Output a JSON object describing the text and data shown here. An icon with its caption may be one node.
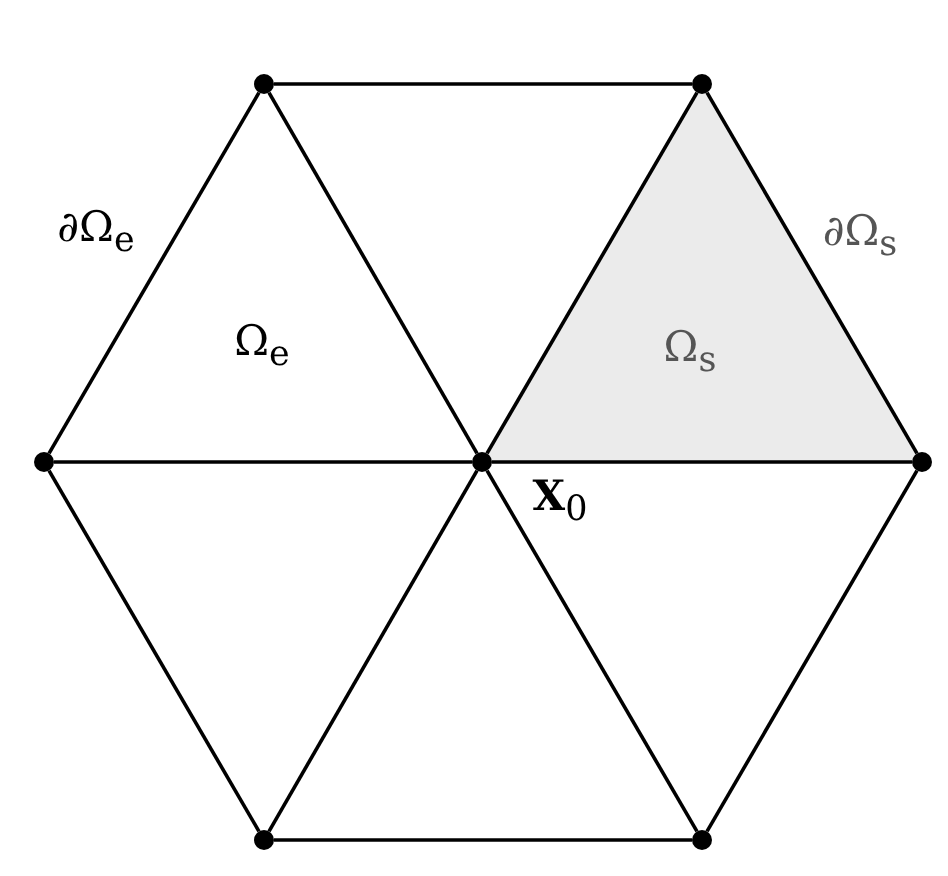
{
  "diagram": {
    "nodes": [
      {
        "text": [],
        "shape": "circle"
      },
      {
        "text": [],
        "shape": "circle"
      },
      {
        "text": [],
        "shape": "circle"
      },
      {
        "text": [],
        "shape": "circle",
        "beside": [
          "**X**$_{0}$"
        ]
      },
      {
        "text": [],
        "shape": "circle"
      },
      {
        "text": [],
        "shape": "circle"
      },
      {
        "text": [],
        "shape": "circle"
      },
      {
        "text": [
          "Ω$_{s}$"
        ]
      }
    ],
    "edges": [
      {
        "from": 0,
        "to": 1,
        "arrow": "none"
      },
      {
        "from": 1,
        "to": 4,
        "arrow": "none"
      },
      {
        "from": 4,
        "to": 6,
        "arrow": "none"
      },
      {
        "from": 6,
        "to": 5,
        "arrow": "none"
      },
      {
        "from": 5,
        "to": 2,
        "arrow": "none"
      },
      {
        "from": 2,
        "to": 0,
        "arrow": "none"
      },
      {
        "from": 3,
        "to": 0,
        "arrow": "none"
      },
      {
        "from": 3,
        "to": 1,
        "arrow": "none"
      },
      {
        "from": 3,
        "to": 2,
        "arrow": "none"
      },
      {
        "from": 3,
        "to": 4,
        "arrow": "none"
      },
      {
        "from": 3,
        "to": 5,
        "arrow": "none"
      },
      {
        "from": 3,
        "to": 6,
        "arrow": "none"
      }
    ],
    "labels": [
      "∂Ω$_{e}$",
      "Ω$_{e}$",
      "∂Ω$_{s}$"
    ]
  }
}
